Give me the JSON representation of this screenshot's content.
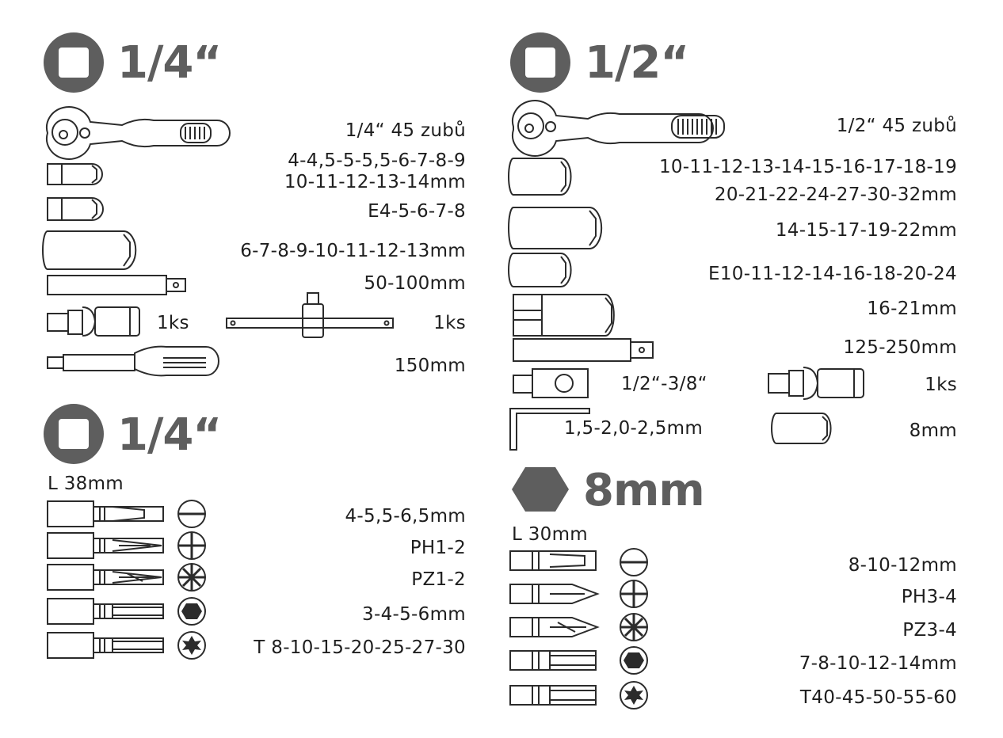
{
  "left_top": {
    "header": "1/4“",
    "ratchet": "1/4“ 45 zubů",
    "sockets_line1": "4-4,5-5-5,5-6-7-8-9",
    "sockets_line2": "10-11-12-13-14mm",
    "e_sockets": "E4-5-6-7-8",
    "deep_sockets": "6-7-8-9-10-11-12-13mm",
    "extensions": "50-100mm",
    "universal_joint_qty": "1ks",
    "t_bar_qty": "1ks",
    "spinner_handle": "150mm"
  },
  "left_bits": {
    "header": "1/4“",
    "length": "L 38mm",
    "rows": [
      "4-5,5-6,5mm",
      "PH1-2",
      "PZ1-2",
      "3-4-5-6mm",
      "T 8-10-15-20-25-27-30"
    ]
  },
  "right_top": {
    "header": "1/2“",
    "ratchet": "1/2“ 45 zubů",
    "sockets_line1": "10-11-12-13-14-15-16-17-18-19",
    "sockets_line2": "20-21-22-24-27-30-32mm",
    "deep_sockets": "14-15-17-19-22mm",
    "e_sockets": "E10-11-12-14-16-18-20-24",
    "spark_sockets": "16-21mm",
    "extensions": "125-250mm",
    "adapter": "1/2“-3/8“",
    "universal_joint_qty": "1ks",
    "hex_keys": "1,5-2,0-2,5mm",
    "bit_holder": "8mm"
  },
  "right_bits": {
    "header": "8mm",
    "length": "L 30mm",
    "rows": [
      "8-10-12mm",
      "PH3-4",
      "PZ3-4",
      "7-8-10-12-14mm",
      "T40-45-50-55-60"
    ]
  },
  "colors": {
    "header_gray": "#5e5e5e",
    "ink": "#1e1e1e"
  }
}
